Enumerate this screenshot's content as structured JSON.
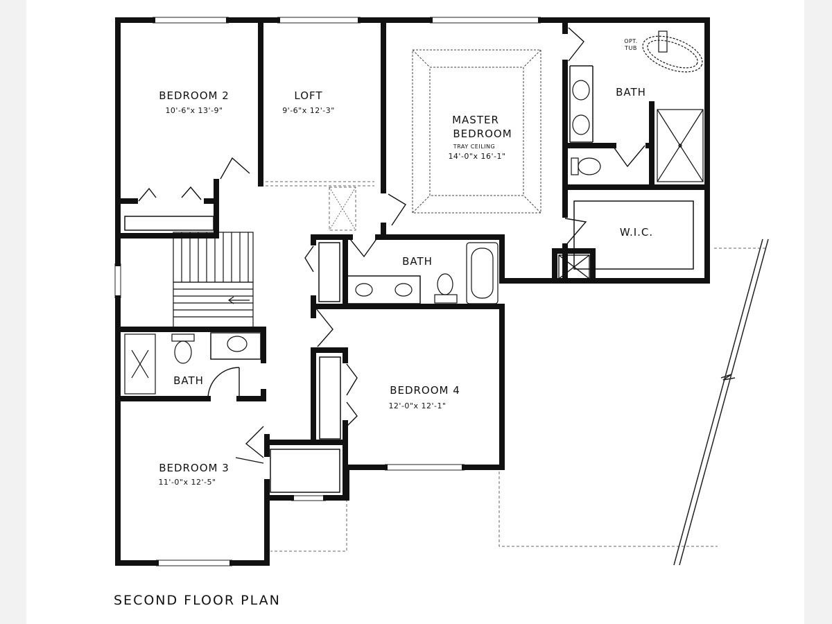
{
  "plan_title": "SECOND FLOOR PLAN",
  "rooms": {
    "bedroom2": {
      "name": "BEDROOM 2",
      "dims": "10'-6\"x 13'-9\""
    },
    "loft": {
      "name": "LOFT",
      "dims": "9'-6\"x 12'-3\""
    },
    "master": {
      "name_line1": "MASTER",
      "name_line2": "BEDROOM",
      "note": "TRAY CEILING",
      "dims": "14'-0\"x 16'-1\""
    },
    "master_bath": {
      "name": "BATH",
      "tub_note_line1": "OPT.",
      "tub_note_line2": "TUB"
    },
    "wic": {
      "name": "W.I.C."
    },
    "hall_bath": {
      "name": "BATH"
    },
    "bath_left": {
      "name": "BATH"
    },
    "bedroom4": {
      "name": "BEDROOM 4",
      "dims": "12'-0\"x 12'-1\""
    },
    "bedroom3": {
      "name": "BEDROOM 3",
      "dims": "11'-0\"x 12'-5\""
    }
  },
  "colors": {
    "wall": "#111111",
    "paper": "#ffffff",
    "margin": "#f2f2f2"
  }
}
